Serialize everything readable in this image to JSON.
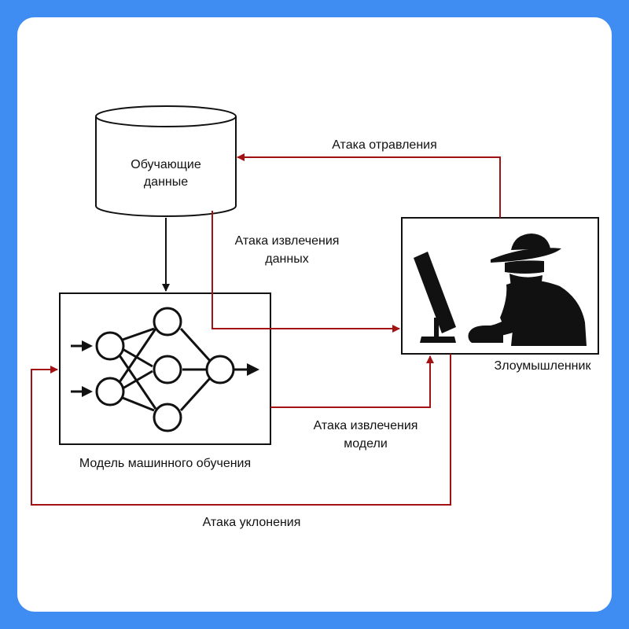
{
  "colors": {
    "frame": "#3f8df2",
    "card": "#ffffff",
    "attack_arrow": "#a31212",
    "flow_arrow": "#111111"
  },
  "nodes": {
    "training_data": {
      "shape": "database-cylinder",
      "label_line1": "Обучающие",
      "label_line2": "данные"
    },
    "ml_model": {
      "icon": "neural-network-icon",
      "label": "Модель машинного обучения"
    },
    "attacker": {
      "icon": "hacker-at-computer-icon",
      "label": "Злоумышленник"
    }
  },
  "edges": {
    "data_to_model": {
      "from": "training_data",
      "to": "ml_model",
      "label": ""
    },
    "poisoning": {
      "from": "attacker",
      "to": "training_data",
      "label": "Атака отравления"
    },
    "data_extraction": {
      "from": "training_data",
      "to": "attacker",
      "label_line1": "Атака извлечения",
      "label_line2": "данных"
    },
    "model_extraction": {
      "from": "ml_model",
      "to": "attacker",
      "label_line1": "Атака извлечения",
      "label_line2": "модели"
    },
    "evasion": {
      "from": "attacker",
      "to": "ml_model",
      "label": "Атака уклонения"
    }
  }
}
